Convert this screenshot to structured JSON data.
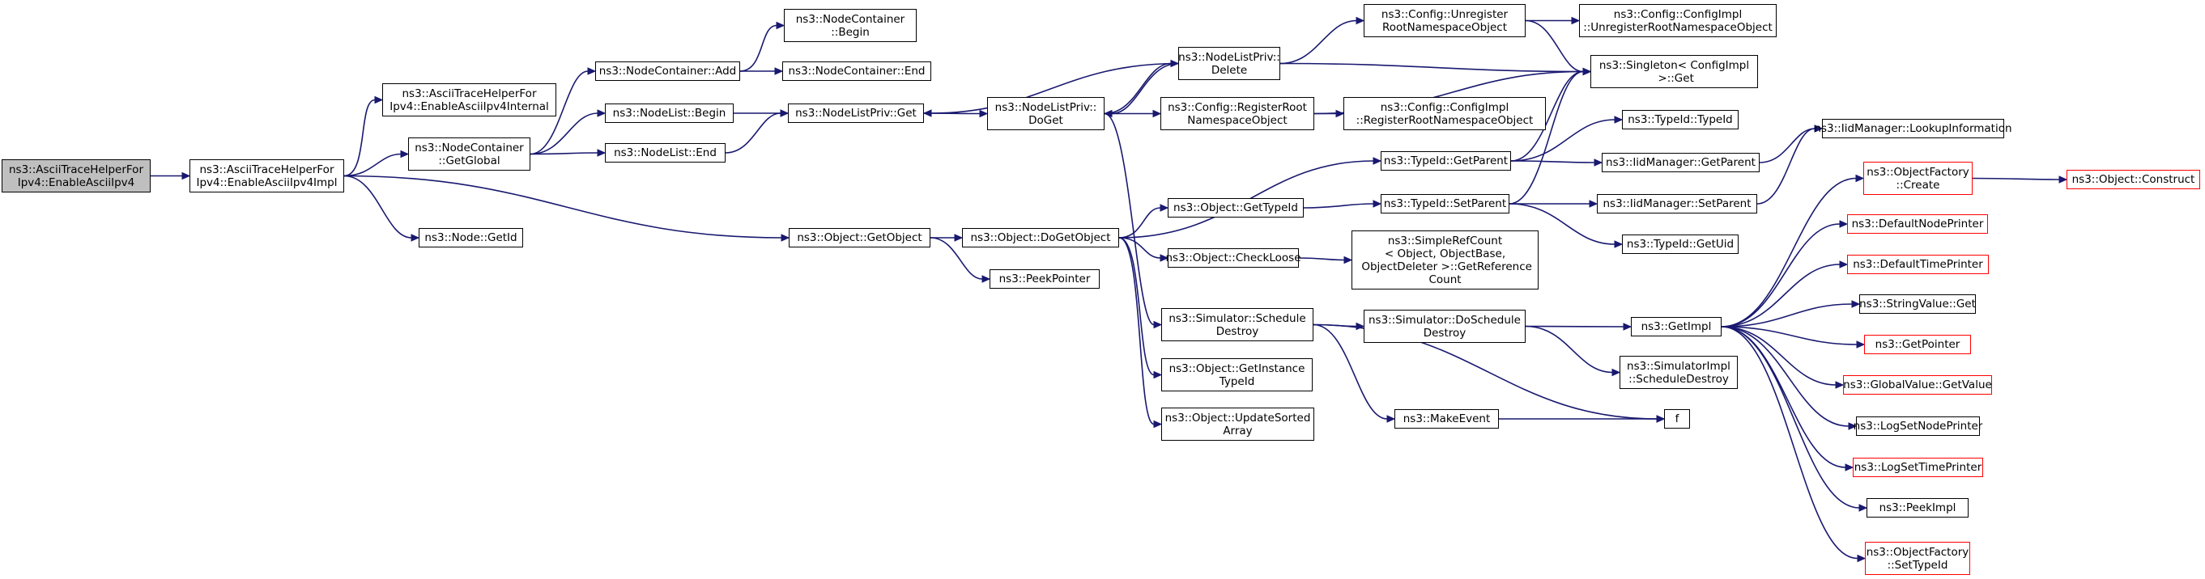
{
  "diagram": {
    "nodes": [
      {
        "id": "n0",
        "label": "ns3::AsciiTraceHelperFor\nIpv4::EnableAsciiIpv4",
        "kind": "root"
      },
      {
        "id": "n1",
        "label": "ns3::AsciiTraceHelperFor\nIpv4::EnableAsciiIpv4Impl"
      },
      {
        "id": "n2",
        "label": "ns3::AsciiTraceHelperFor\nIpv4::EnableAsciiIpv4Internal"
      },
      {
        "id": "n3",
        "label": "ns3::NodeContainer\n::GetGlobal"
      },
      {
        "id": "n4",
        "label": "ns3::Node::GetId"
      },
      {
        "id": "n5",
        "label": "ns3::Object::GetObject"
      },
      {
        "id": "n6",
        "label": "ns3::NodeContainer::Add"
      },
      {
        "id": "n7",
        "label": "ns3::NodeList::Begin"
      },
      {
        "id": "n8",
        "label": "ns3::NodeList::End"
      },
      {
        "id": "n9",
        "label": "ns3::NodeContainer\n::Begin"
      },
      {
        "id": "n10",
        "label": "ns3::NodeContainer::End"
      },
      {
        "id": "n11",
        "label": "ns3::NodeListPriv::Get"
      },
      {
        "id": "n12",
        "label": "ns3::Object::DoGetObject"
      },
      {
        "id": "n13",
        "label": "ns3::PeekPointer"
      },
      {
        "id": "n14",
        "label": "ns3::NodeListPriv::\nDoGet"
      },
      {
        "id": "n15",
        "label": "ns3::NodeListPriv::\nDelete"
      },
      {
        "id": "n16",
        "label": "ns3::Config::RegisterRoot\nNamespaceObject"
      },
      {
        "id": "n17",
        "label": "ns3::Object::GetTypeId"
      },
      {
        "id": "n18",
        "label": "ns3::Object::CheckLoose"
      },
      {
        "id": "n19",
        "label": "ns3::Simulator::Schedule\nDestroy"
      },
      {
        "id": "n20",
        "label": "ns3::Object::GetInstance\nTypeId"
      },
      {
        "id": "n21",
        "label": "ns3::Object::UpdateSorted\nArray"
      },
      {
        "id": "n22",
        "label": "ns3::Config::Unregister\nRootNamespaceObject"
      },
      {
        "id": "n23",
        "label": "ns3::Config::ConfigImpl\n::RegisterRootNamespaceObject"
      },
      {
        "id": "n24",
        "label": "ns3::TypeId::GetParent"
      },
      {
        "id": "n25",
        "label": "ns3::TypeId::SetParent"
      },
      {
        "id": "n26",
        "label": "ns3::SimpleRefCount\n< Object, ObjectBase,\n ObjectDeleter >::GetReference\nCount"
      },
      {
        "id": "n27",
        "label": "ns3::Simulator::DoSchedule\nDestroy"
      },
      {
        "id": "n28",
        "label": "ns3::MakeEvent"
      },
      {
        "id": "n29",
        "label": "ns3::Config::ConfigImpl\n::UnregisterRootNamespaceObject"
      },
      {
        "id": "n30",
        "label": "ns3::Singleton< ConfigImpl\n >::Get"
      },
      {
        "id": "n31",
        "label": "ns3::TypeId::TypeId"
      },
      {
        "id": "n32",
        "label": "ns3::IidManager::GetParent"
      },
      {
        "id": "n33",
        "label": "ns3::IidManager::SetParent"
      },
      {
        "id": "n34",
        "label": "ns3::TypeId::GetUid"
      },
      {
        "id": "n35",
        "label": "ns3::GetImpl"
      },
      {
        "id": "n36",
        "label": "ns3::SimulatorImpl\n::ScheduleDestroy"
      },
      {
        "id": "n37",
        "label": "f"
      },
      {
        "id": "n38",
        "label": "ns3::IidManager::LookupInformation"
      },
      {
        "id": "n39",
        "label": "ns3::ObjectFactory\n::Create",
        "kind": "truncated"
      },
      {
        "id": "n40",
        "label": "ns3::DefaultNodePrinter",
        "kind": "truncated"
      },
      {
        "id": "n41",
        "label": "ns3::DefaultTimePrinter",
        "kind": "truncated"
      },
      {
        "id": "n42",
        "label": "ns3::StringValue::Get"
      },
      {
        "id": "n43",
        "label": "ns3::GetPointer",
        "kind": "truncated"
      },
      {
        "id": "n44",
        "label": "ns3::GlobalValue::GetValue",
        "kind": "truncated"
      },
      {
        "id": "n45",
        "label": "ns3::LogSetNodePrinter"
      },
      {
        "id": "n46",
        "label": "ns3::LogSetTimePrinter",
        "kind": "truncated"
      },
      {
        "id": "n47",
        "label": "ns3::PeekImpl"
      },
      {
        "id": "n48",
        "label": "ns3::ObjectFactory\n::SetTypeId",
        "kind": "truncated"
      },
      {
        "id": "n49",
        "label": "ns3::Object::Construct",
        "kind": "truncated"
      }
    ],
    "edges": [
      [
        "n0",
        "n1"
      ],
      [
        "n1",
        "n2"
      ],
      [
        "n1",
        "n3"
      ],
      [
        "n1",
        "n4"
      ],
      [
        "n1",
        "n5"
      ],
      [
        "n3",
        "n6"
      ],
      [
        "n3",
        "n7"
      ],
      [
        "n3",
        "n8"
      ],
      [
        "n6",
        "n9"
      ],
      [
        "n6",
        "n10"
      ],
      [
        "n7",
        "n11"
      ],
      [
        "n8",
        "n11"
      ],
      [
        "n11",
        "n14"
      ],
      [
        "n14",
        "n15"
      ],
      [
        "n15",
        "n14"
      ],
      [
        "n15",
        "n11"
      ],
      [
        "n15",
        "n22"
      ],
      [
        "n15",
        "n30"
      ],
      [
        "n14",
        "n16"
      ],
      [
        "n14",
        "n19"
      ],
      [
        "n16",
        "n23"
      ],
      [
        "n16",
        "n30"
      ],
      [
        "n22",
        "n29"
      ],
      [
        "n22",
        "n30"
      ],
      [
        "n5",
        "n12"
      ],
      [
        "n5",
        "n13"
      ],
      [
        "n12",
        "n24"
      ],
      [
        "n12",
        "n17"
      ],
      [
        "n12",
        "n18"
      ],
      [
        "n12",
        "n20"
      ],
      [
        "n12",
        "n21"
      ],
      [
        "n17",
        "n25"
      ],
      [
        "n18",
        "n26"
      ],
      [
        "n24",
        "n31"
      ],
      [
        "n24",
        "n32"
      ],
      [
        "n24",
        "n30"
      ],
      [
        "n25",
        "n30"
      ],
      [
        "n25",
        "n33"
      ],
      [
        "n25",
        "n34"
      ],
      [
        "n32",
        "n38"
      ],
      [
        "n33",
        "n38"
      ],
      [
        "n19",
        "n27"
      ],
      [
        "n19",
        "n28"
      ],
      [
        "n19",
        "n37"
      ],
      [
        "n27",
        "n35"
      ],
      [
        "n27",
        "n36"
      ],
      [
        "n28",
        "n37"
      ],
      [
        "n35",
        "n39"
      ],
      [
        "n35",
        "n40"
      ],
      [
        "n35",
        "n41"
      ],
      [
        "n35",
        "n42"
      ],
      [
        "n35",
        "n43"
      ],
      [
        "n35",
        "n44"
      ],
      [
        "n35",
        "n45"
      ],
      [
        "n35",
        "n46"
      ],
      [
        "n35",
        "n47"
      ],
      [
        "n35",
        "n48"
      ],
      [
        "n39",
        "n49"
      ]
    ]
  }
}
